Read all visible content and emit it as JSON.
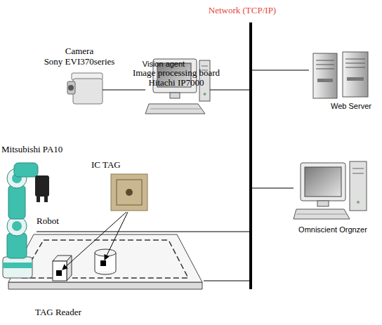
{
  "diagram": {
    "nodes": [
      {
        "text": [
          "Network (TCP/IP)"
        ]
      },
      {
        "text": [
          "Camera",
          "Sony EVI370series"
        ]
      },
      {
        "text": [
          "Vision agent",
          "Image processing board",
          "Hitachi IP7000"
        ]
      },
      {
        "text": [
          "Web Server"
        ]
      },
      {
        "text": [
          "Mitsubishi PA10",
          "Robot"
        ]
      },
      {
        "text": [
          "Omniscient Orgnzer"
        ]
      },
      {
        "text": [
          "TAG Reader"
        ]
      }
    ],
    "edges": [
      {
        "from": 1,
        "to": 2,
        "arrow": "none"
      },
      {
        "from": 2,
        "to": 0,
        "arrow": "none"
      },
      {
        "from": 0,
        "to": 3,
        "arrow": "none"
      },
      {
        "from": 0,
        "to": 5,
        "arrow": "none"
      },
      {
        "from": 4,
        "to": 0,
        "arrow": "none"
      },
      {
        "from": 6,
        "to": 0,
        "arrow": "none"
      }
    ],
    "labels": [
      "IC TAG"
    ]
  }
}
